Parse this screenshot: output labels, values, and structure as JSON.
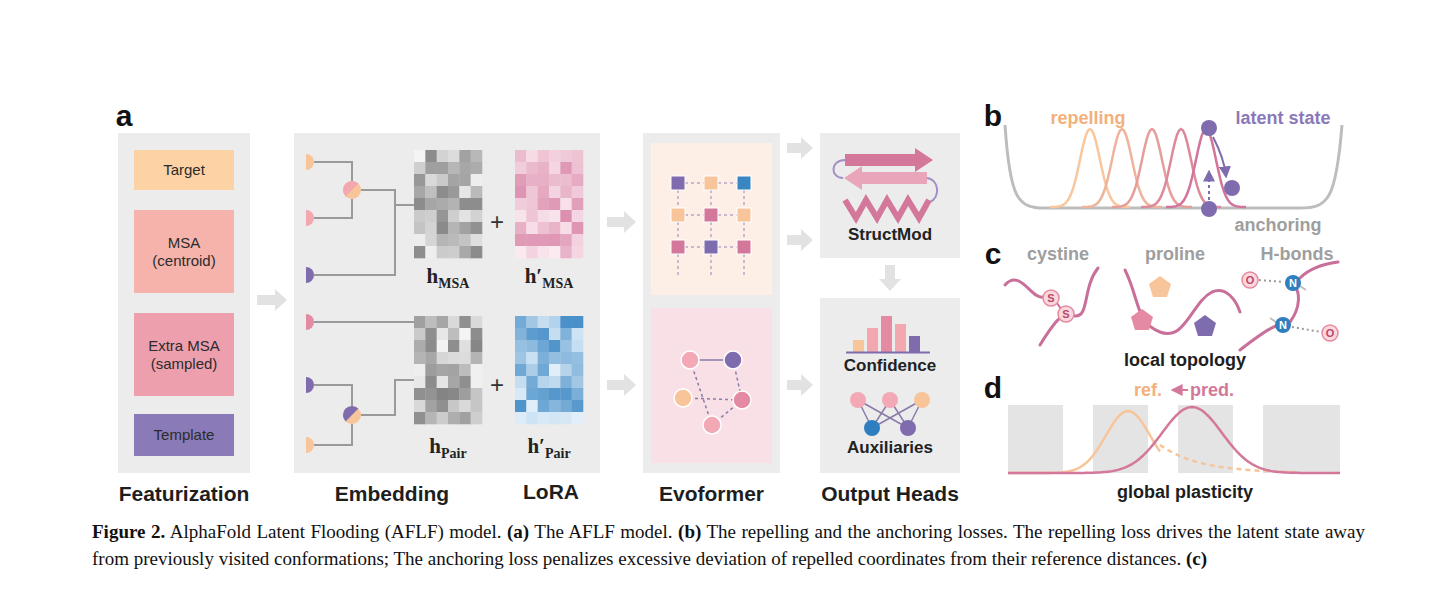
{
  "diagram": {
    "caption": "Figure 2. AlphaFold Latent Flooding (AFLF) model. (a) The AFLF model. (b) The repelling and the anchoring losses. The repelling loss drives the latent state away from previously visited conformations; The anchoring loss penalizes excessive deviation of repelled coordinates from their reference distances. (c)",
    "nodes": [
      {
        "text": [
          "Featurization"
        ]
      },
      {
        "text": [
          "Target"
        ],
        "in": 0
      },
      {
        "text": [
          "MSA (centroid)"
        ],
        "in": 0
      },
      {
        "text": [
          "Extra MSA (sampled)"
        ],
        "in": 0
      },
      {
        "text": [
          "Template"
        ],
        "in": 0
      },
      {
        "text": [
          "Embedding"
        ]
      },
      {
        "text": [
          "Evoformer"
        ]
      },
      {
        "text": [
          "StructMod"
        ]
      },
      {
        "text": [
          "Confidence",
          "Auxiliaries",
          "Output Heads"
        ]
      }
    ],
    "edges": [
      {
        "from": 0,
        "to": 5,
        "arrow": "to"
      },
      {
        "from": 5,
        "to": 6,
        "arrow": "to"
      },
      {
        "from": 5,
        "to": 6,
        "arrow": "to"
      },
      {
        "from": 6,
        "to": 7,
        "arrow": "to"
      },
      {
        "from": 6,
        "to": 7,
        "arrow": "to"
      },
      {
        "from": 6,
        "to": 8,
        "arrow": "to"
      },
      {
        "from": 7,
        "to": 8,
        "arrow": "to"
      }
    ],
    "labels": [
      "a",
      "hMSA",
      "+",
      "h′MSA",
      "hPair",
      "+",
      "h′Pair",
      "LoRA",
      "b",
      "repelling",
      "latent state",
      "anchoring",
      "c",
      "cystine",
      "S",
      "S",
      "proline",
      "H-bonds",
      "O",
      "N",
      "N",
      "O",
      "local topology",
      "d",
      "ref.",
      "pred.",
      "global plasticity"
    ]
  }
}
